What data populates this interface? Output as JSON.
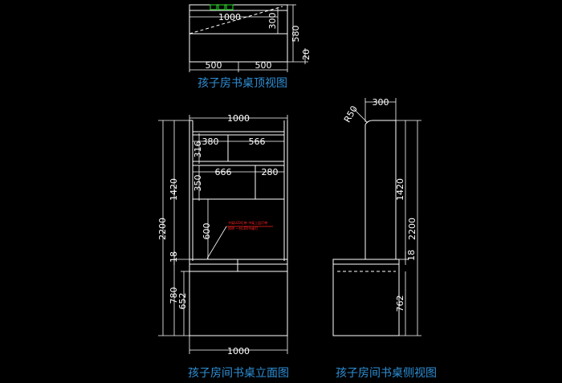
{
  "titles": {
    "top_view": "孩子房书桌顶视图",
    "front_view": "孩子房间书桌立面图",
    "side_view": "孩子房间书桌侧视图"
  },
  "top_view": {
    "dims": {
      "width_total": "1000",
      "depth_inner": "300",
      "depth_total": "580",
      "overhang": "20",
      "half_left": "500",
      "half_right": "500"
    }
  },
  "front_view": {
    "dims": {
      "width_top": "1000",
      "width_bottom": "1000",
      "height_total": "2200",
      "height_upper": "1420",
      "shelf_row1_height": "316",
      "shelf_row1_left": "380",
      "shelf_row1_right": "566",
      "shelf_row2_height": "350",
      "shelf_row2_left": "666",
      "shelf_row2_right": "280",
      "open_space_height": "600",
      "desk_top_thickness": "18",
      "desk_height": "780",
      "cabinet_height": "652"
    },
    "note": {
      "line1": "书架LED灯带 书架上层灯带",
      "line2": "照明 一台LED书桌灯"
    }
  },
  "side_view": {
    "dims": {
      "depth_top": "300",
      "radius": "R50",
      "height_upper": "1420",
      "height_total": "2200",
      "desk_top_thickness": "18",
      "cabinet_height": "762"
    }
  },
  "colors": {
    "background": "#000000",
    "line": "#ffffff",
    "title": "#2e8fd6",
    "note": "#ff2020",
    "accent": "#20c020"
  }
}
